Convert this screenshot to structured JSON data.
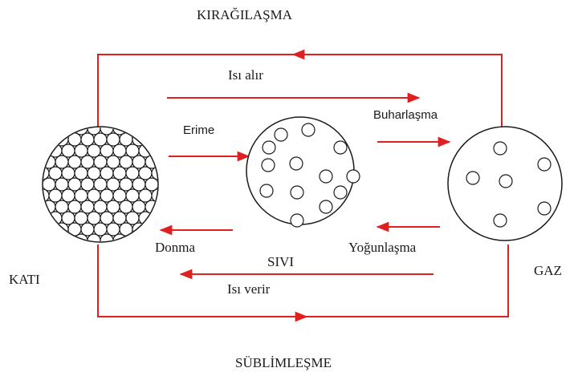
{
  "labels": {
    "kiragilasma": "KIRAĞILAŞMA",
    "sublimlesme": "SÜBLİMLEŞME",
    "isi_alir": "Isı alır",
    "isi_verir": "Isı verir",
    "erime": "Erime",
    "buharlasma": "Buharlaşma",
    "donma": "Donma",
    "yogunlasma": "Yoğunlaşma",
    "kati": "KATI",
    "sivi": "SIVI",
    "gaz": "GAZ"
  },
  "colors": {
    "arrow": "#e02020",
    "outline": "#1a1a1a"
  }
}
